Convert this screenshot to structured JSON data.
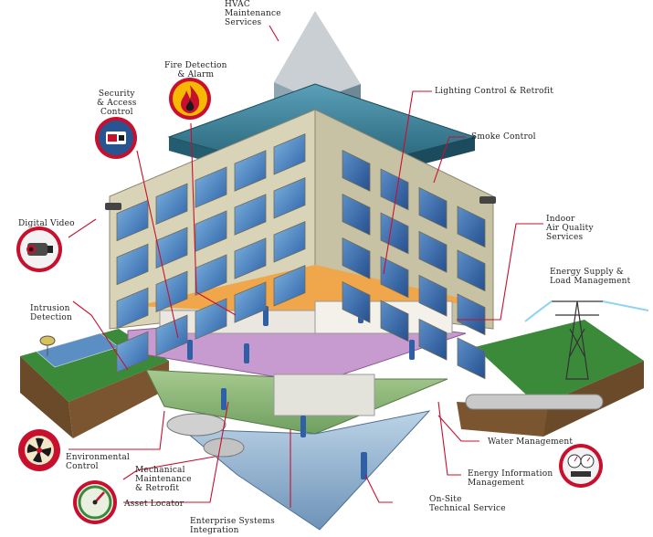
{
  "labels": {
    "hvac": "HVAC\nMaintenance\nServices",
    "fire": "Fire Detection\n& Alarm",
    "security": "Security\n& Access\nControl",
    "lighting": "Lighting Control & Retrofit",
    "smoke": "Smoke Control",
    "digital_video": "Digital Video",
    "iaq": "Indoor\nAir Quality\nServices",
    "energy_supply": "Energy Supply &\nLoad Management",
    "intrusion": "Intrusion\nDetection",
    "water": "Water Management",
    "environmental": "Environmental\nControl",
    "mechanical": "Mechanical\nMaintenance\n& Retrofit",
    "energy_info": "Energy Information\nManagement",
    "asset": "Asset Locator",
    "enterprise": "Enterprise Systems\nIntegration",
    "onsite": "On-Site\nTechnical Service"
  },
  "colors": {
    "leader": "#c8102e",
    "facade": "#d9d4b8",
    "glass": "#3f7fc0",
    "roof": "#2f6f84",
    "grass": "#3a8a3a",
    "soil": "#6b4a2a"
  },
  "icons": [
    "fire-icon",
    "card-reader-icon",
    "camera-icon",
    "fan-icon",
    "gauge-icon",
    "meter-icon",
    "power-tower-icon"
  ]
}
